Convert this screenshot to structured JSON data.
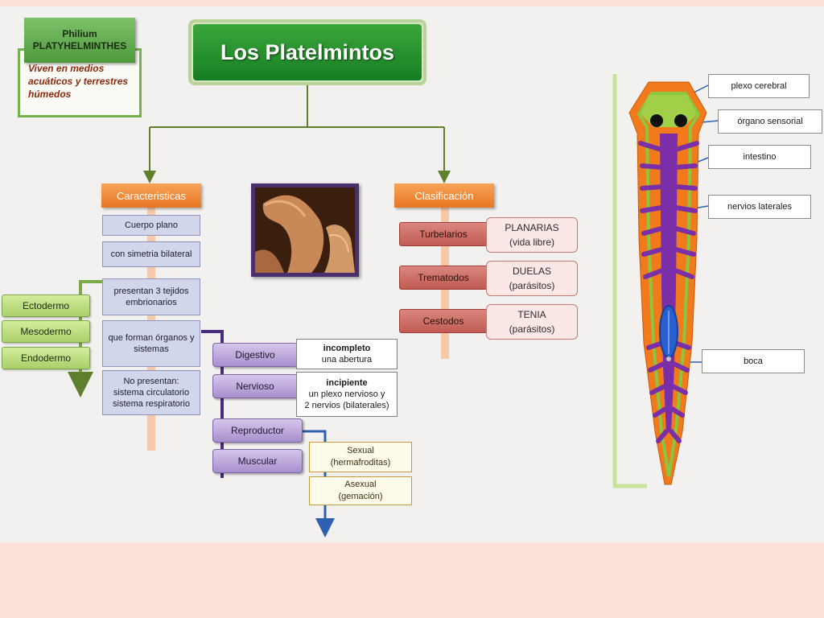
{
  "phylum": {
    "head_line1": "Philium",
    "head_line2": "PLATYHELMINTHES",
    "habitat": "Viven en medios acuáticos y terrestres húmedos"
  },
  "title": "Los Platelmintos",
  "caracteristicas": {
    "header": "Caracteristicas",
    "items": [
      "Cuerpo plano",
      "con simetria bilateral",
      "presentan 3 tejidos embrionarios",
      "que forman órganos y sistemas",
      "No presentan: sistema circulatorio sistema respiratorio"
    ]
  },
  "tejidos": [
    "Ectodermo",
    "Mesodermo",
    "Endodermo"
  ],
  "sistemas": {
    "digestivo": {
      "label": "Digestivo",
      "title": "incompleto",
      "detail": "una abertura"
    },
    "nervioso": {
      "label": "Nervioso",
      "title": "incipiente",
      "detail1": "un plexo nervioso y",
      "detail2": "2 nervios (bilaterales)"
    },
    "reproductor": {
      "label": "Reproductor",
      "sexual1": "Sexual",
      "sexual2": "(hermafroditas)",
      "asexual1": "Asexual",
      "asexual2": "(gemación)"
    },
    "muscular": {
      "label": "Muscular"
    }
  },
  "clasificacion": {
    "header": "Clasificación",
    "rows": [
      {
        "name": "Turbelarios",
        "example": "PLANARIAS",
        "note": "(vida libre)"
      },
      {
        "name": "Trematodos",
        "example": "DUELAS",
        "note": "(parásitos)"
      },
      {
        "name": "Cestodos",
        "example": "TENIA",
        "note": "(parásitos)"
      }
    ]
  },
  "anatomy_labels": [
    "plexo cerebral",
    "órgano sensorial",
    "intestino",
    "nervios laterales",
    "boca"
  ],
  "colors": {
    "title_green": "#1f8a2a",
    "header_orange": "#ef8a34",
    "worm_orange": "#f07a1c",
    "worm_purple": "#7a2fa8",
    "nerve_green": "#8cc63f"
  }
}
